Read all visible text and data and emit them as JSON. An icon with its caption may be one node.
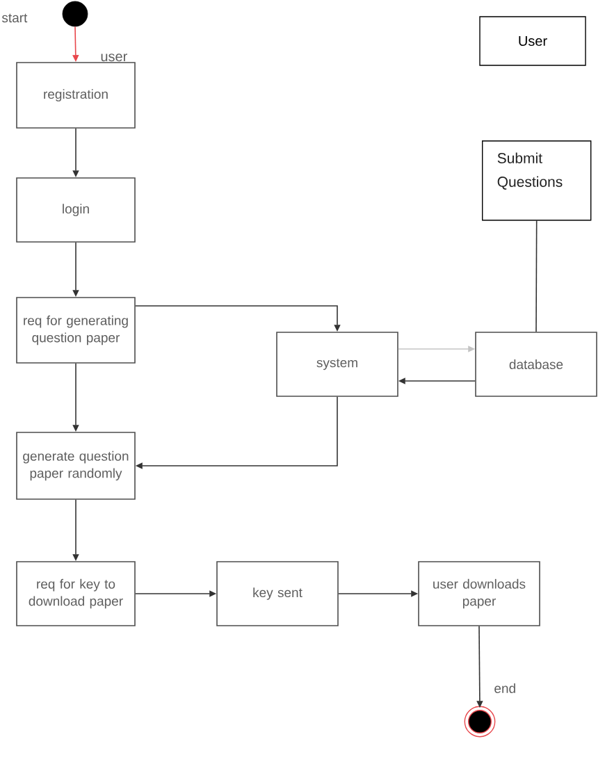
{
  "diagram": {
    "nodes": [
      {
        "text": [],
        "shape": "circle",
        "beside": [
          "start"
        ]
      },
      {
        "text": [
          "registration"
        ]
      },
      {
        "text": [
          "login"
        ]
      },
      {
        "text": [
          "req for generating question paper"
        ]
      },
      {
        "text": [
          "system"
        ]
      },
      {
        "text": [
          "database"
        ]
      },
      {
        "text": [
          "generate question paper randomly"
        ]
      },
      {
        "text": [
          "req for key to download paper"
        ]
      },
      {
        "text": [
          "key sent"
        ]
      },
      {
        "text": [
          "user downloads paper"
        ]
      },
      {
        "text": [],
        "shape": "circle",
        "beside": [
          "end"
        ]
      },
      {
        "text": [
          "User"
        ]
      },
      {
        "text": [
          "Submit Questions"
        ]
      }
    ],
    "edges": [
      {
        "from": 0,
        "to": 1,
        "arrow": "to",
        "color": "#e8474c"
      },
      {
        "from": 1,
        "to": 2,
        "arrow": "to"
      },
      {
        "from": 2,
        "to": 3,
        "arrow": "to"
      },
      {
        "from": 3,
        "to": 4,
        "arrow": "to"
      },
      {
        "from": 4,
        "to": 5,
        "arrow": "to",
        "color": "#c4c4c4"
      },
      {
        "from": 5,
        "to": 4,
        "arrow": "to"
      },
      {
        "from": 4,
        "to": 6,
        "arrow": "to"
      },
      {
        "from": 3,
        "to": 6,
        "arrow": "to"
      },
      {
        "from": 6,
        "to": 7,
        "arrow": "to"
      },
      {
        "from": 7,
        "to": 8,
        "arrow": "to"
      },
      {
        "from": 8,
        "to": 9,
        "arrow": "to"
      },
      {
        "from": 9,
        "to": 10,
        "arrow": "to"
      },
      {
        "from": 12,
        "to": 5,
        "arrow": "none"
      }
    ],
    "labels": [
      "user"
    ]
  }
}
